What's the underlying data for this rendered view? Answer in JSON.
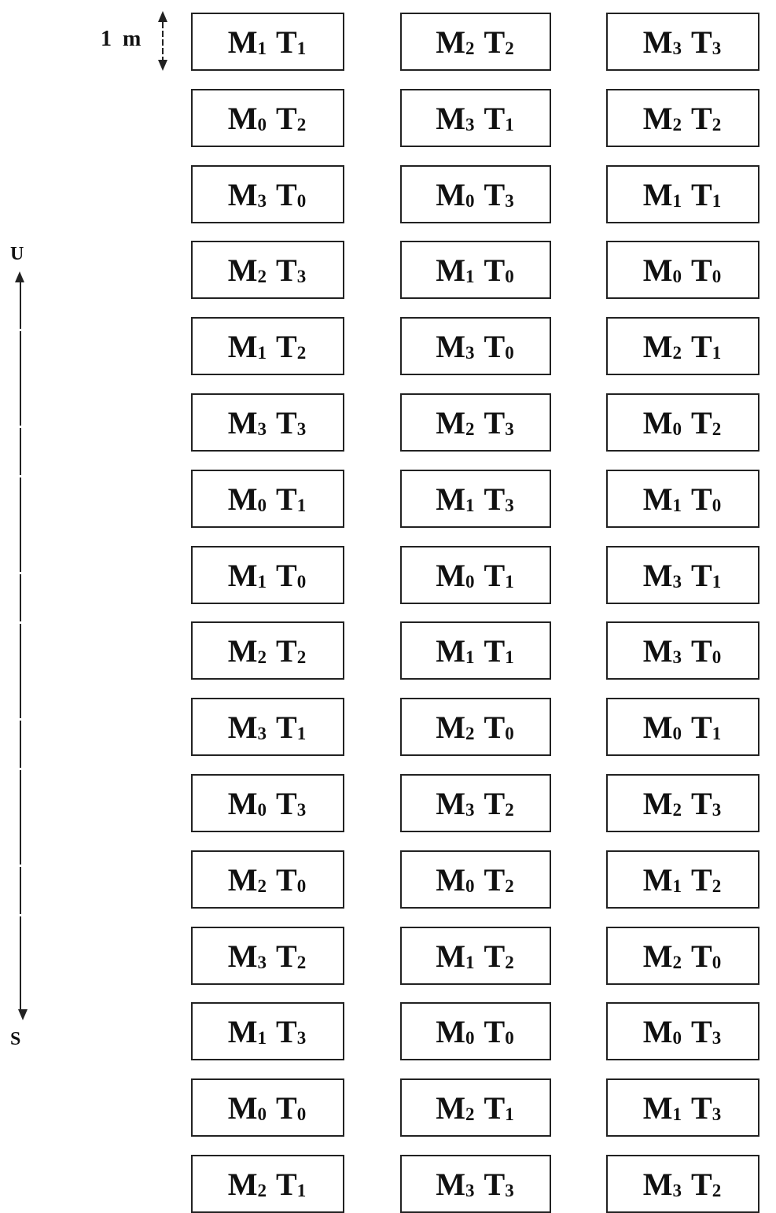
{
  "scale": {
    "value": "1",
    "unit": "m"
  },
  "compass": {
    "north": "U",
    "south": "S"
  },
  "plots": [
    [
      [
        "1",
        "1"
      ],
      [
        "2",
        "2"
      ],
      [
        "3",
        "3"
      ]
    ],
    [
      [
        "0",
        "2"
      ],
      [
        "3",
        "1"
      ],
      [
        "2",
        "2"
      ]
    ],
    [
      [
        "3",
        "0"
      ],
      [
        "0",
        "3"
      ],
      [
        "1",
        "1"
      ]
    ],
    [
      [
        "2",
        "3"
      ],
      [
        "1",
        "0"
      ],
      [
        "0",
        "0"
      ]
    ],
    [
      [
        "1",
        "2"
      ],
      [
        "3",
        "0"
      ],
      [
        "2",
        "1"
      ]
    ],
    [
      [
        "3",
        "3"
      ],
      [
        "2",
        "3"
      ],
      [
        "0",
        "2"
      ]
    ],
    [
      [
        "0",
        "1"
      ],
      [
        "1",
        "3"
      ],
      [
        "1",
        "0"
      ]
    ],
    [
      [
        "1",
        "0"
      ],
      [
        "0",
        "1"
      ],
      [
        "3",
        "1"
      ]
    ],
    [
      [
        "2",
        "2"
      ],
      [
        "1",
        "1"
      ],
      [
        "3",
        "0"
      ]
    ],
    [
      [
        "3",
        "1"
      ],
      [
        "2",
        "0"
      ],
      [
        "0",
        "1"
      ]
    ],
    [
      [
        "0",
        "3"
      ],
      [
        "3",
        "2"
      ],
      [
        "2",
        "3"
      ]
    ],
    [
      [
        "2",
        "0"
      ],
      [
        "0",
        "2"
      ],
      [
        "1",
        "2"
      ]
    ],
    [
      [
        "3",
        "2"
      ],
      [
        "1",
        "2"
      ],
      [
        "2",
        "0"
      ]
    ],
    [
      [
        "1",
        "3"
      ],
      [
        "0",
        "0"
      ],
      [
        "0",
        "3"
      ]
    ],
    [
      [
        "0",
        "0"
      ],
      [
        "2",
        "1"
      ],
      [
        "1",
        "3"
      ]
    ],
    [
      [
        "2",
        "1"
      ],
      [
        "3",
        "3"
      ],
      [
        "3",
        "2"
      ]
    ]
  ]
}
